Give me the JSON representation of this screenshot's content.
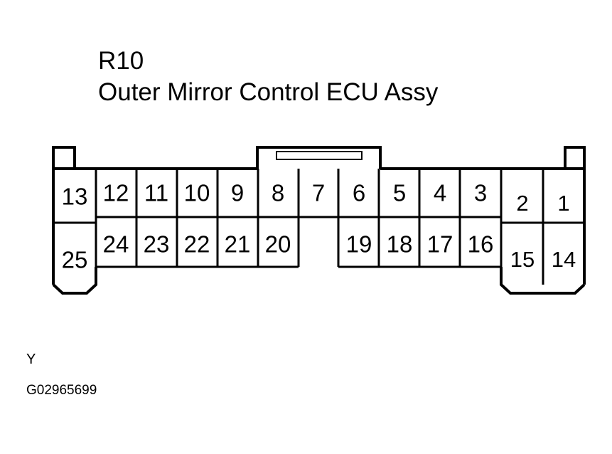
{
  "title": {
    "code": "R10",
    "name": "Outer Mirror Control ECU Assy"
  },
  "footer": {
    "wire_color_code": "Y",
    "figure_id": "G02965699"
  },
  "connector": {
    "name": "Outer Mirror Control ECU Assy",
    "total_pins": 25,
    "top_row": [
      "13",
      "12",
      "11",
      "10",
      "9",
      "8",
      "7",
      "6",
      "5",
      "4",
      "3",
      "2",
      "1"
    ],
    "bottom_row": [
      "25",
      "24",
      "23",
      "22",
      "21",
      "20",
      "",
      "19",
      "18",
      "17",
      "16",
      "15",
      "14"
    ],
    "empty_bottom_position_index": 6,
    "features": {
      "left_notch": "left-locking-notch",
      "right_notch": "right-locking-notch",
      "center_tab": "center-latch-tab",
      "left_tail": "left-chamfered-tail",
      "right_tail": "right-chamfered-tail"
    },
    "colors": {
      "stroke": "#000000",
      "fill": "#ffffff",
      "background": "#ffffff"
    }
  }
}
